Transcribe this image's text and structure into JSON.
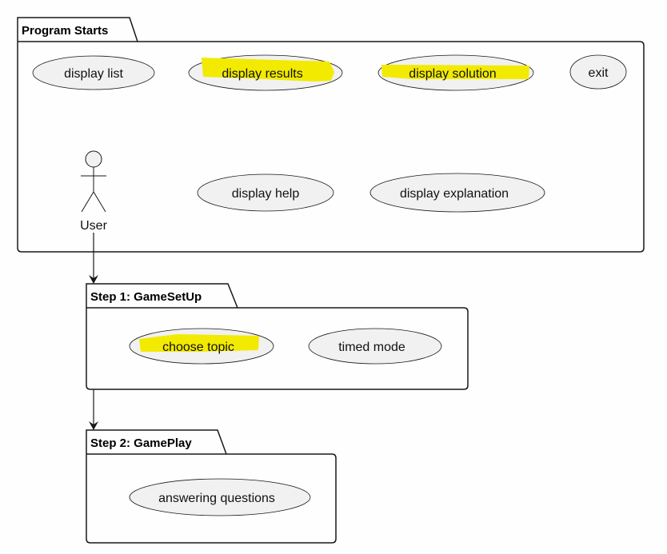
{
  "colors": {
    "background": "#fefefe",
    "usecase_fill": "#f1f1f1",
    "stroke": "#181818",
    "highlight": "#f2ea00"
  },
  "packages": {
    "program_starts": {
      "title": "Program Starts",
      "usecases": {
        "display_list": "display list",
        "display_results": "display results",
        "display_solution": "display solution",
        "exit": "exit",
        "display_help": "display help",
        "display_explanation": "display explanation"
      },
      "actor": {
        "name": "User"
      }
    },
    "step1": {
      "title": "Step 1: GameSetUp",
      "usecases": {
        "choose_topic": "choose topic",
        "timed_mode": "timed mode"
      }
    },
    "step2": {
      "title": "Step 2: GamePlay",
      "usecases": {
        "answering_questions": "answering questions"
      }
    }
  },
  "highlighted": [
    "display results",
    "display solution",
    "choose topic"
  ]
}
